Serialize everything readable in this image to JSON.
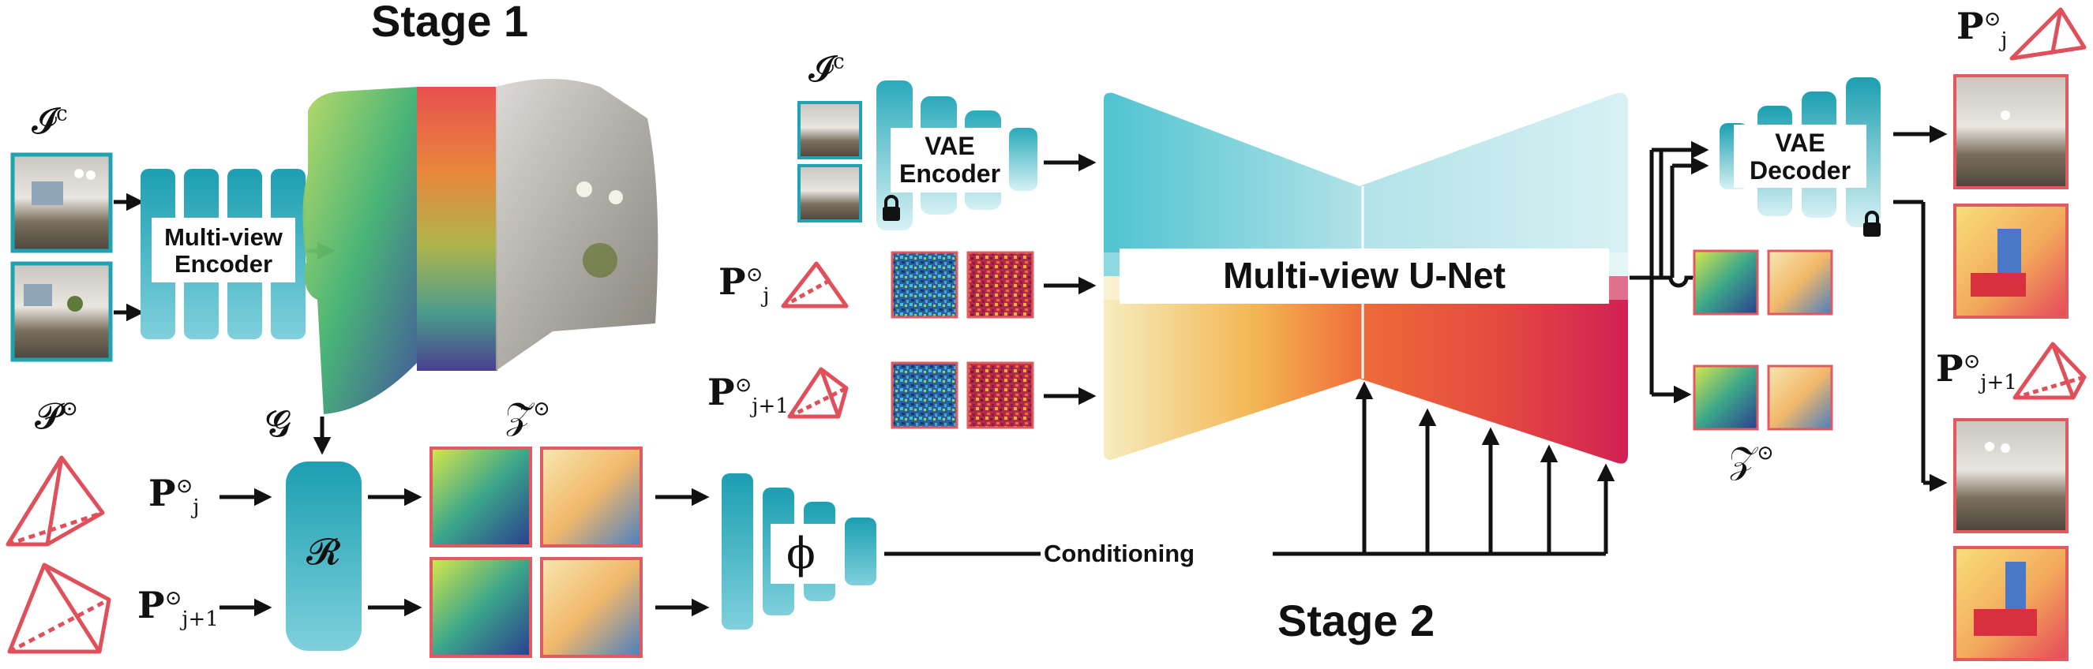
{
  "stage1": {
    "title": "Stage 1",
    "context_images_label": "𝓘",
    "context_images_sup": "c",
    "encoder_label_line1": "Multi-view",
    "encoder_label_line2": "Encoder",
    "pose_set_label": "𝓟",
    "pose_set_sup": "⊙",
    "gaussians_label": "𝓖",
    "renderer_label": "𝓡",
    "rendered_latents_label": "𝒵̃",
    "rendered_latents_sup": "⊙",
    "pose_j": "P",
    "pose_j_sup": "⊙",
    "pose_j_sub": "j",
    "pose_j1": "P",
    "pose_j1_sup": "⊙",
    "pose_j1_sub": "j+1",
    "phi_label": "ϕ"
  },
  "stage2": {
    "title": "Stage 2",
    "context_images_label": "𝓘",
    "context_images_sup": "c",
    "vae_encoder_line1": "VAE",
    "vae_encoder_line2": "Encoder",
    "unet_label": "Multi-view U-Net",
    "vae_decoder_line1": "VAE",
    "vae_decoder_line2": "Decoder",
    "conditioning_label": "Conditioning",
    "latents_label": "𝒵",
    "latents_sup": "⊙",
    "pose_j": "P",
    "pose_j_sup": "⊙",
    "pose_j_sub": "j",
    "pose_j1": "P",
    "pose_j1_sup": "⊙",
    "pose_j1_sub": "j+1"
  },
  "colors": {
    "teal": "#1fa3b3",
    "teal_light": "#a8dfe6",
    "camera_red": "#e0505a",
    "arrow": "#111111"
  }
}
